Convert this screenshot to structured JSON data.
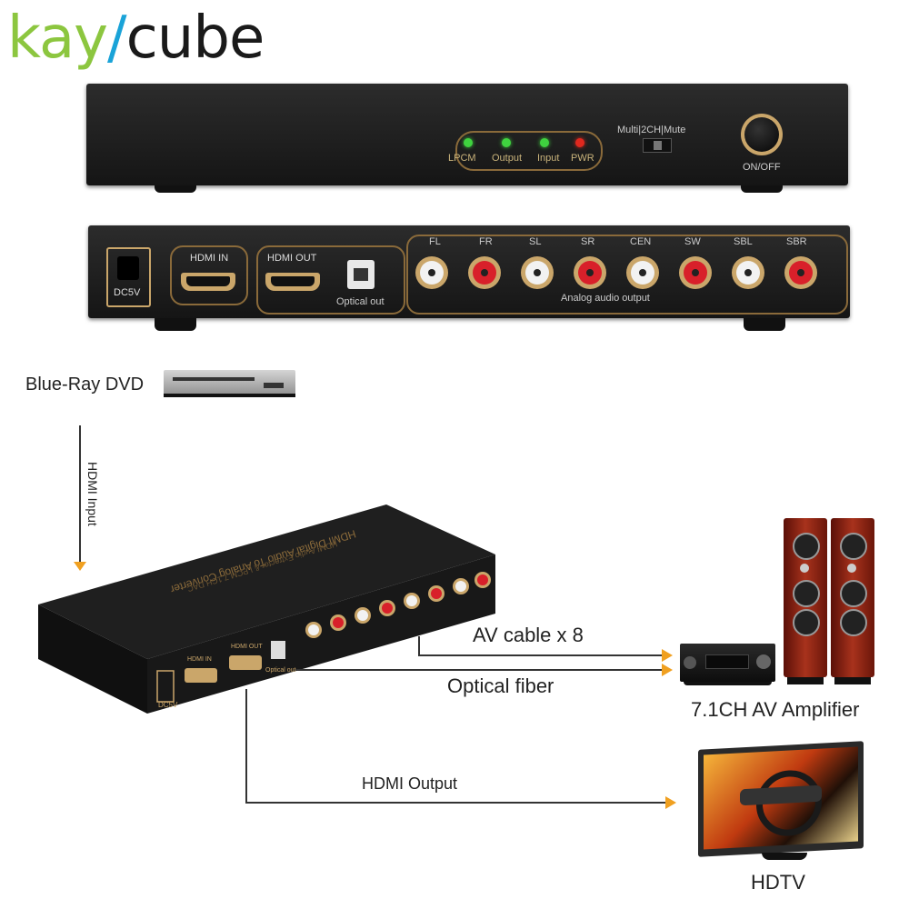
{
  "logo": {
    "part1": "kay",
    "slash": "/",
    "part2": "cube"
  },
  "front_panel": {
    "led_labels": [
      "LPCM",
      "Output",
      "Input",
      "PWR"
    ],
    "led_colors": [
      "#3fd33f",
      "#3fd33f",
      "#3fd33f",
      "#e0281e"
    ],
    "switch_label": "Multi|2CH|Mute",
    "power_label": "ON/OFF"
  },
  "rear_panel": {
    "dc_label": "DC5V",
    "hdmi_in_label": "HDMI IN",
    "hdmi_out_label": "HDMI OUT",
    "optical_label": "Optical out",
    "channels": [
      "FL",
      "FR",
      "SL",
      "SR",
      "CEN",
      "SW",
      "SBL",
      "SBR"
    ],
    "channel_colors": [
      "white",
      "red",
      "white",
      "red",
      "white",
      "red",
      "white",
      "red"
    ],
    "analog_label": "Analog audio output"
  },
  "diagram": {
    "source_label": "Blue-Ray DVD",
    "hdmi_input_label": "HDMI Input",
    "av_cable_label": "AV cable x 8",
    "optical_fiber_label": "Optical fiber",
    "amplifier_label": "7.1CH AV Amplifier",
    "hdmi_output_label": "HDMI Output",
    "tv_label": "HDTV",
    "device_top_text": "HDMI Digital Audio To Analog Converter",
    "device_sub_text": "HDMI Audio Extractor & LPCM 7.1CH DAC",
    "iso_dc_label": "DC5V",
    "iso_hdmi_in": "HDMI IN",
    "iso_hdmi_out": "HDMI OUT",
    "iso_optical": "Optical out"
  },
  "colors": {
    "accent_gold": "#caa66a",
    "logo_green": "#8cc63f",
    "logo_blue": "#1aa3d8",
    "arrow_orange": "#f0a020"
  }
}
